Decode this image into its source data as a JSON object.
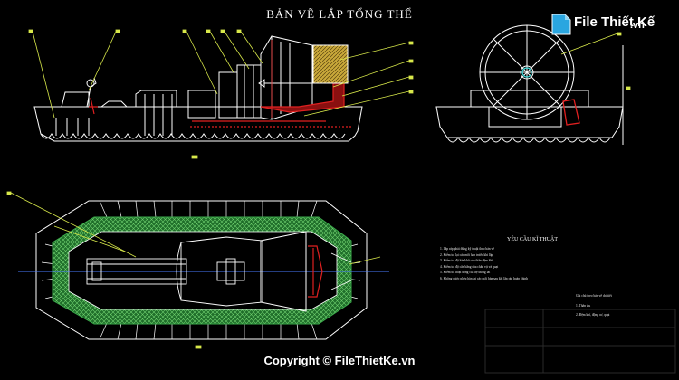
{
  "drawing": {
    "title": "BẢN VẼ  LẮP TỔNG THỂ",
    "requirements_title": "YÊU CẦU KĨ THUẬT",
    "requirements": [
      "1. Lắp ráp phải đúng kỹ thuật theo bản vẽ",
      "2. Kiểm tra lại các mối hàn trước khi lắp",
      "3. Kiểm tra độ kín khít của thân đệm khí",
      "4. Kiểm tra độ cân bằng của chân vịt và quạt",
      "5. Kiểm tra hoạt động của hệ thống lái",
      "6. Không được phép hàn lại các mối hàn sau khi lắp ráp hoàn chỉnh"
    ],
    "notes": [
      "Ghi chú theo bản vẽ chi tiết",
      "1. Thân tàu",
      "2. Đệm khí, động cơ, quạt"
    ]
  },
  "watermark": {
    "logo_text": "File Thiết Kế",
    "logo_suffix": ".vn",
    "footer": "Copyright © FileThietKe.vn"
  },
  "colors": {
    "background": "#000000",
    "line": "#ffffff",
    "callout": "#d8e84a",
    "red": "#e02020",
    "hull_green": "#3aa84a",
    "fan_yellow": "#e6c84a",
    "center_line": "#4a7cff"
  }
}
